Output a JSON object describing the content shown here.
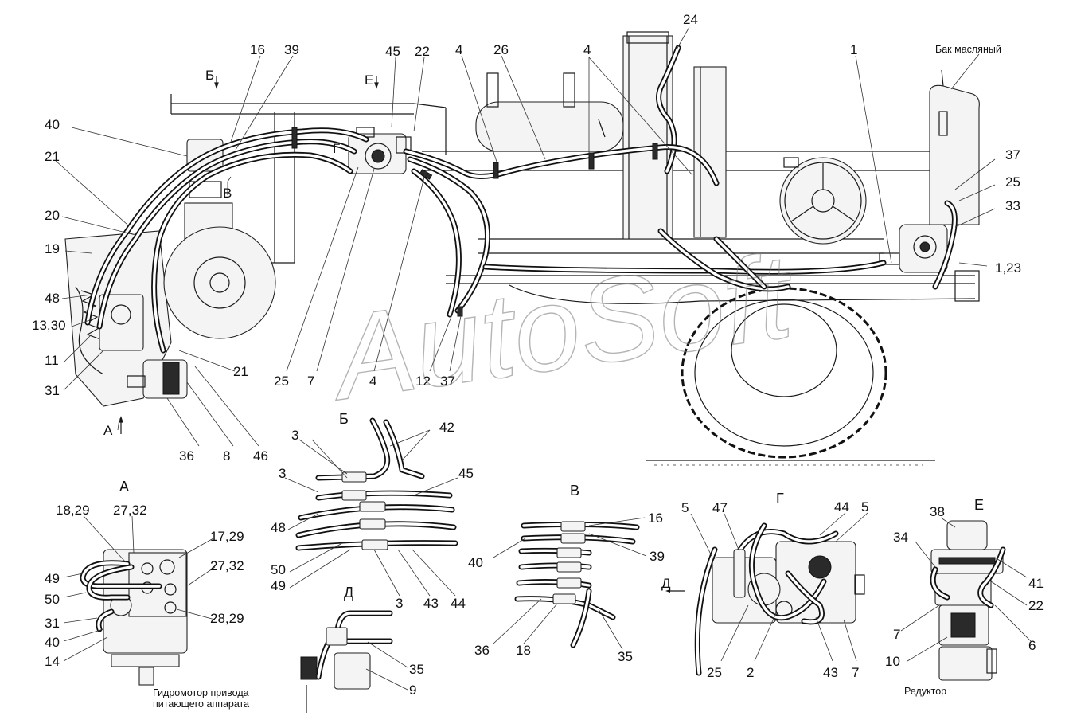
{
  "watermark": "AutoSoft",
  "main_labels": {
    "l24": "24",
    "l16": "16",
    "l39": "39",
    "l45": "45",
    "l22": "22",
    "l4a": "4",
    "l26": "26",
    "l4b": "4",
    "l1": "1",
    "tank": "Бак масляный",
    "b_arrow": "Б",
    "e_arrow": "Е",
    "g_mark": "Г",
    "v_mark": "В",
    "l40": "40",
    "l21a": "21",
    "l20": "20",
    "l19": "19",
    "l48": "48",
    "l1330": "13,30",
    "l11": "11",
    "l31": "31",
    "a_arrow": "А",
    "l36": "36",
    "l8": "8",
    "l46": "46",
    "l21b": "21",
    "l25": "25",
    "l7": "7",
    "l4c": "4",
    "l12": "12",
    "l37b": "37",
    "l37r": "37",
    "l25r": "25",
    "l33r": "33",
    "l123": "1,23"
  },
  "view_a": {
    "title": "А",
    "l1829": "18,29",
    "l2732a": "27,32",
    "l1729": "17,29",
    "l2732b": "27,32",
    "l49": "49",
    "l50": "50",
    "l31": "31",
    "l40": "40",
    "l14": "14",
    "l2829": "28,29",
    "caption1": "Гидромотор привода",
    "caption2": "питающего аппарата"
  },
  "view_b": {
    "title": "Б",
    "l3a": "3",
    "l42": "42",
    "l3b": "3",
    "l45": "45",
    "l48": "48",
    "l50": "50",
    "l49": "49",
    "l3c": "3",
    "l43": "43",
    "l44": "44"
  },
  "view_d": {
    "title": "Д",
    "l35": "35",
    "l9": "9"
  },
  "view_v": {
    "title": "В",
    "l16": "16",
    "l39": "39",
    "l40": "40",
    "l36": "36",
    "l18": "18",
    "l35": "35"
  },
  "view_g": {
    "title": "Г",
    "d_arrow": "Д",
    "l5a": "5",
    "l47": "47",
    "l44": "44",
    "l5b": "5",
    "l25": "25",
    "l2": "2",
    "l43": "43",
    "l7": "7"
  },
  "view_e": {
    "title": "Е",
    "l38": "38",
    "l34": "34",
    "l41": "41",
    "l22": "22",
    "l7": "7",
    "l6": "6",
    "l10": "10",
    "caption": "Редуктор"
  }
}
